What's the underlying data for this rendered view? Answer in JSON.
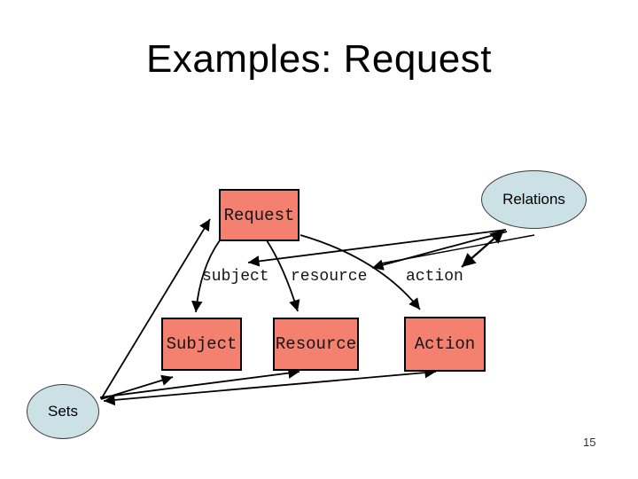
{
  "slide": {
    "title": "Examples: Request",
    "page_number": "15"
  },
  "diagram": {
    "request_label": "Request",
    "attribute_labels": [
      "subject",
      "resource",
      "action"
    ],
    "set_labels": [
      "Subject",
      "Resource",
      "Action"
    ],
    "relations_label": "Relations",
    "sets_label": "Sets",
    "edges": [
      {
        "from": "Request",
        "to": "subject"
      },
      {
        "from": "Request",
        "to": "resource"
      },
      {
        "from": "Request",
        "to": "action"
      },
      {
        "from": "Relations",
        "to": "subject"
      },
      {
        "from": "Relations",
        "to": "resource"
      },
      {
        "from": "Relations",
        "to": "action",
        "bidirectional": true
      },
      {
        "from": "Sets",
        "to": "Request"
      },
      {
        "from": "Sets",
        "to": "Subject"
      },
      {
        "from": "Sets",
        "to": "Resource"
      },
      {
        "from": "Sets",
        "to": "Action"
      }
    ],
    "colors": {
      "box_fill": "#F4816F",
      "box_border": "#000000",
      "ellipse_fill": "#CBE1E6",
      "ellipse_border": "#3C3C3C",
      "arrow": "#000000",
      "background": "#FFFFFF"
    }
  }
}
